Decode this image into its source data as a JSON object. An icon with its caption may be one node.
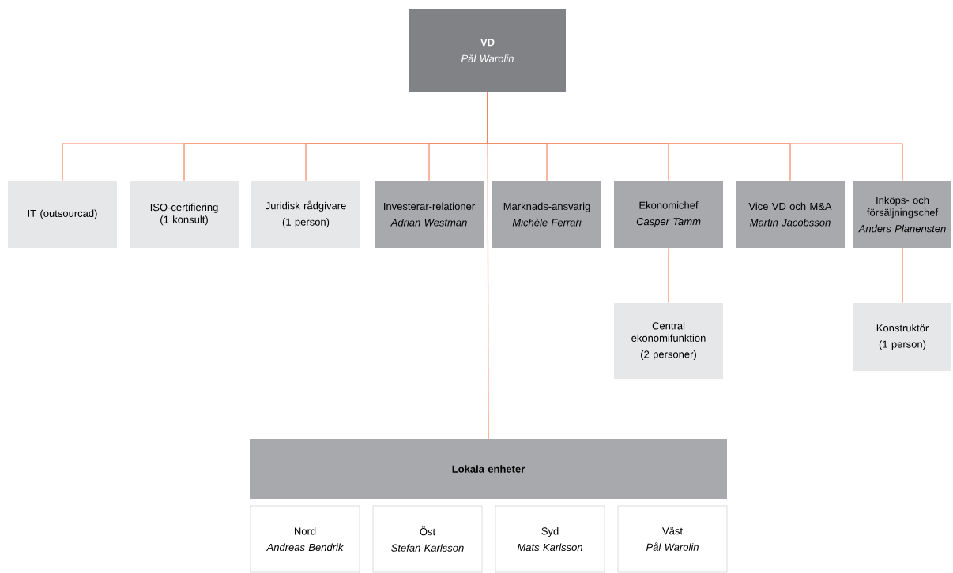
{
  "diagram": {
    "nodes": [
      {
        "text": [
          "VD",
          "Pål Warolin"
        ]
      },
      {
        "text": [
          "IT (outsourcad)"
        ]
      },
      {
        "text": [
          "ISO-certifiering (1 konsult)"
        ]
      },
      {
        "text": [
          "Juridisk rådgivare",
          "(1 person)"
        ]
      },
      {
        "text": [
          "Investerar-relationer",
          "Adrian Westman"
        ]
      },
      {
        "text": [
          "Marknads-ansvarig",
          "Michèle Ferrari"
        ]
      },
      {
        "text": [
          "Ekonomichef",
          "Casper Tamm"
        ]
      },
      {
        "text": [
          "Vice VD och M&A",
          "Martin Jacobsson"
        ]
      },
      {
        "text": [
          "Inköps- och försäljningschef",
          "Anders Planensten"
        ]
      },
      {
        "text": [
          "Central ekonomifunktion",
          "(2 personer)"
        ]
      },
      {
        "text": [
          "Konstruktör",
          "(1 person)"
        ]
      },
      {
        "text": [
          "Lokala enheter"
        ]
      },
      {
        "text": [
          "Nord",
          "Andreas Bendrik"
        ]
      },
      {
        "text": [
          "Öst",
          "Stefan Karlsson"
        ]
      },
      {
        "text": [
          "Syd",
          "Mats Karlsson"
        ]
      },
      {
        "text": [
          "Väst",
          "Pål Warolin"
        ]
      }
    ],
    "edges": [
      {
        "from": 0,
        "to": 1,
        "arrow": "none"
      },
      {
        "from": 0,
        "to": 2,
        "arrow": "none"
      },
      {
        "from": 0,
        "to": 3,
        "arrow": "none"
      },
      {
        "from": 0,
        "to": 4,
        "arrow": "none"
      },
      {
        "from": 0,
        "to": 5,
        "arrow": "none"
      },
      {
        "from": 0,
        "to": 6,
        "arrow": "none"
      },
      {
        "from": 0,
        "to": 7,
        "arrow": "none"
      },
      {
        "from": 0,
        "to": 8,
        "arrow": "none"
      },
      {
        "from": 6,
        "to": 9,
        "arrow": "none"
      },
      {
        "from": 8,
        "to": 10,
        "arrow": "none"
      },
      {
        "from": 0,
        "to": 11,
        "arrow": "none"
      }
    ]
  }
}
